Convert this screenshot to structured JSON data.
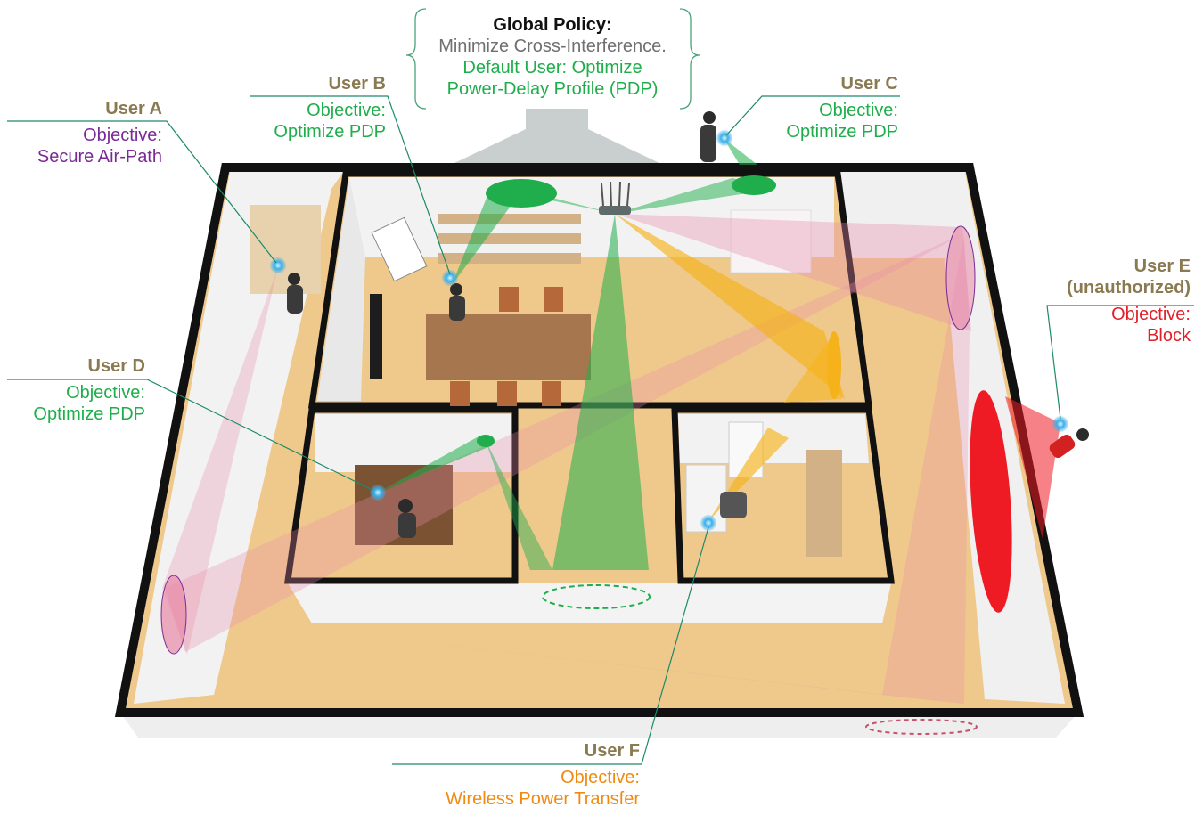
{
  "global_policy": {
    "title": "Global Policy:",
    "line1": "Minimize Cross-Interference.",
    "line2": "Default User: Optimize",
    "line3": "Power-Delay Profile (PDP)"
  },
  "users": {
    "a": {
      "name": "User A",
      "obj1": "Objective:",
      "obj2": "Secure Air-Path",
      "color": "#7a2a96"
    },
    "b": {
      "name": "User B",
      "obj1": "Objective:",
      "obj2": "Optimize PDP",
      "color": "#1fae4b"
    },
    "c": {
      "name": "User C",
      "obj1": "Objective:",
      "obj2": "Optimize PDP",
      "color": "#1fae4b"
    },
    "d": {
      "name": "User D",
      "obj1": "Objective:",
      "obj2": "Optimize PDP",
      "color": "#1fae4b"
    },
    "e": {
      "name1": "User E",
      "name2": "(unauthorized)",
      "obj1": "Objective:",
      "obj2": "Block",
      "color": "#e0202a"
    },
    "f": {
      "name": "User F",
      "obj1": "Objective:",
      "obj2": "Wireless Power Transfer",
      "color": "#f08a10"
    }
  },
  "colors": {
    "name": "#8a7a52",
    "beam_green": "#1fae4b",
    "beam_pink": "#e88aa8",
    "beam_orange": "#f5b21a",
    "block_red": "#ee1b24",
    "floor": "#efc98c",
    "wall": "#111111",
    "device": "#3ab0ea"
  }
}
